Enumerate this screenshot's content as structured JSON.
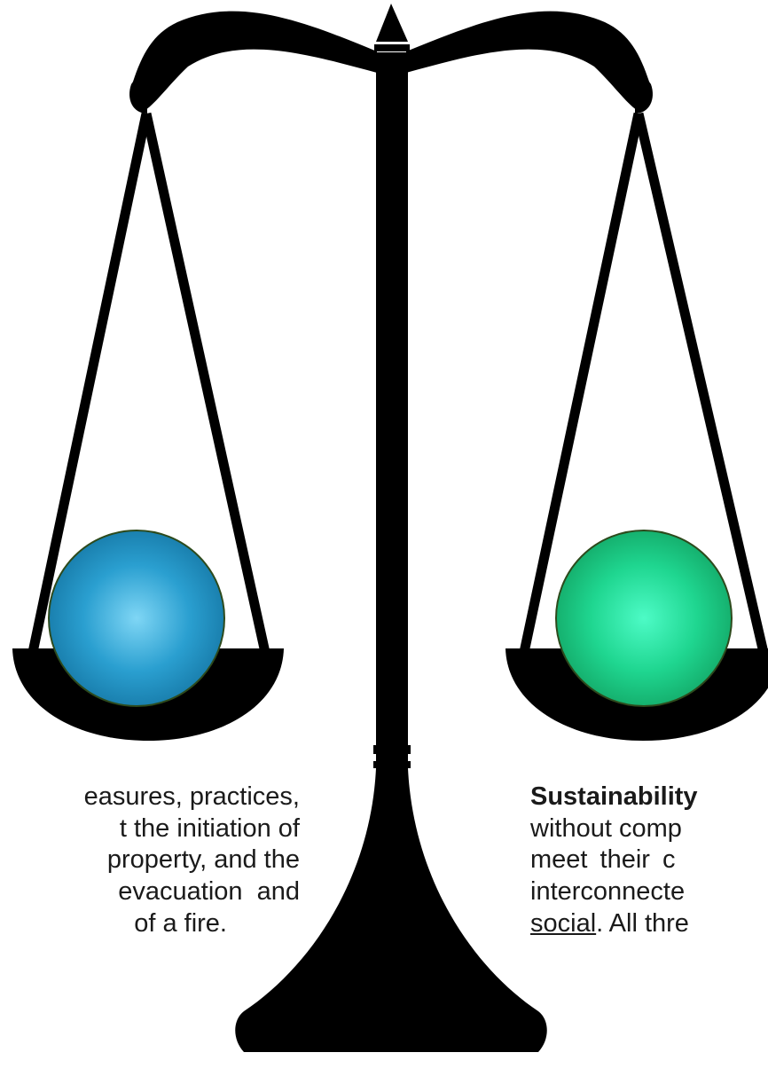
{
  "colors": {
    "scale": "#000000",
    "left_orb": "#1f94c7",
    "right_orb": "#1fd690",
    "orb_outline": "#2d4a1c"
  },
  "icons": {
    "scale": "balance-scale-icon",
    "left_orb": "blue-sphere-icon",
    "right_orb": "green-sphere-icon"
  },
  "left_text": {
    "lines": [
      "easures, practices,",
      "t the initiation of",
      "property, and the",
      "evacuation  and",
      "of a fire."
    ]
  },
  "right_text": {
    "term": "Sustainability",
    "lines": [
      "without comp",
      "meet  their  c",
      "interconnecte"
    ],
    "underlined": "social",
    "last_line_tail": ". All thre"
  }
}
